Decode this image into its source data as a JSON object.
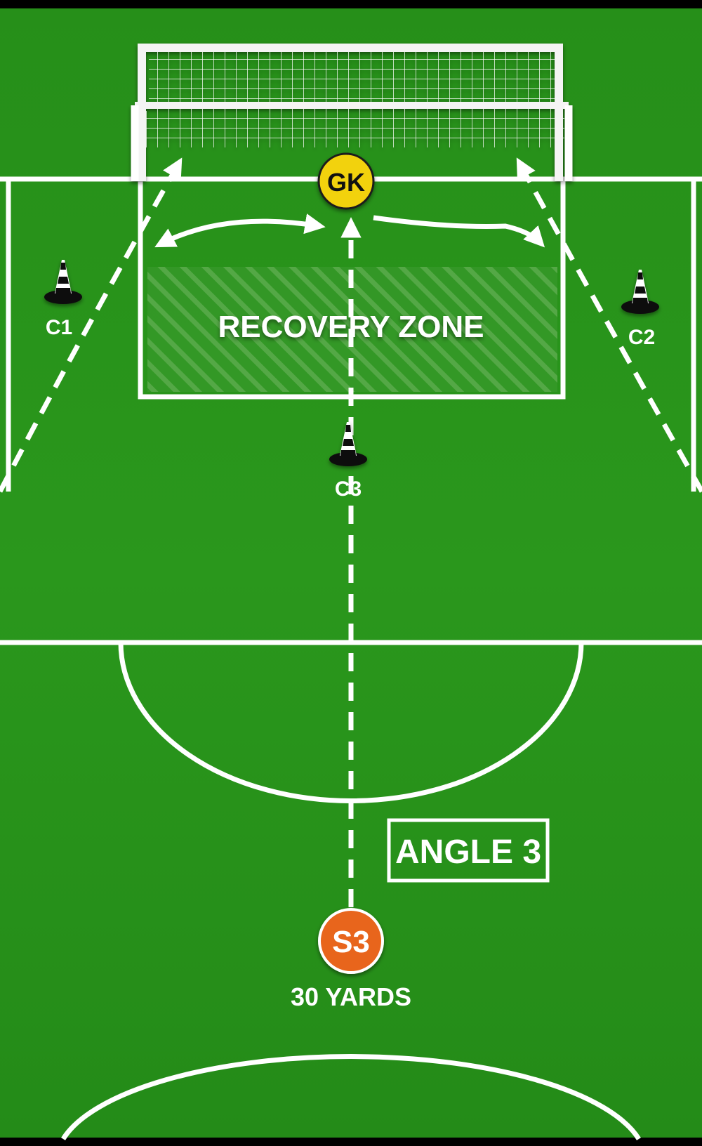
{
  "colors": {
    "pitch_dark": "#1f7d14",
    "pitch_light": "#2a9a1c",
    "line": "#ffffff",
    "gk": "#f2d20a",
    "striker": "#e8651c"
  },
  "players": {
    "goalkeeper": "GK",
    "striker": "S3"
  },
  "cones": {
    "c1": "C1",
    "c2": "C2",
    "c3": "C3"
  },
  "zone": {
    "label": "RECOVERY ZONE"
  },
  "angle_box": {
    "label": "ANGLE 3"
  },
  "distance": {
    "label": "30 YARDS"
  }
}
